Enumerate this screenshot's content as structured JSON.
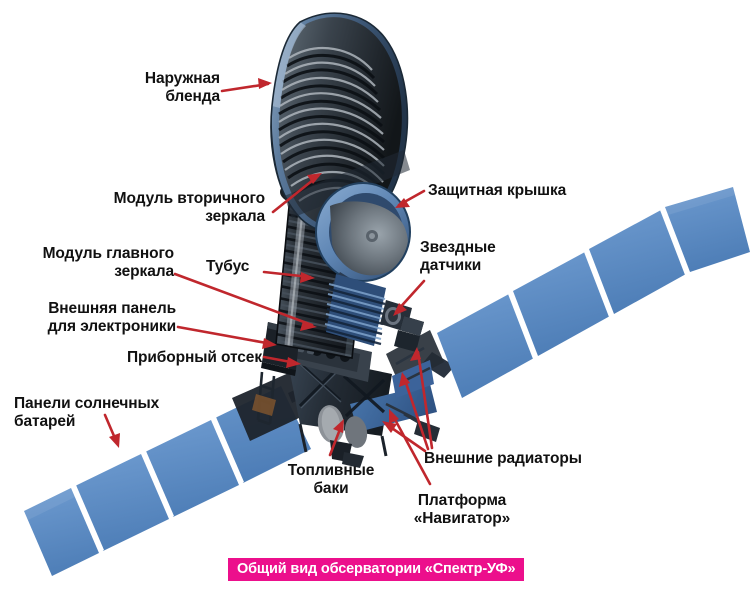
{
  "figure": {
    "title": "Общий вид обсерватории «Спектр-УФ»",
    "caption_bg": "#ec0f8c",
    "caption_text_color": "#ffffff",
    "background": "#ffffff",
    "label_color": "#111111",
    "leader_color": "#c0272d",
    "solar_panel_color": "#5b8fc9",
    "solar_panel_color_dark": "#4b7cb5",
    "body_dark": "#2b3138",
    "body_blue": "#3f6ea8",
    "hood_blue": "#5a7fa6"
  },
  "labels": [
    {
      "id": "outer-baffle",
      "text": "Наружная\nбленда"
    },
    {
      "id": "secondary-mirror",
      "text": "Модуль вторичного\nзеркала"
    },
    {
      "id": "protective-cover",
      "text": "Защитная крышка"
    },
    {
      "id": "primary-mirror",
      "text": "Модуль главного\nзеркала"
    },
    {
      "id": "tube",
      "text": "Тубус"
    },
    {
      "id": "star-sensors",
      "text": "Звездные\nдатчики"
    },
    {
      "id": "external-electronics",
      "text": "Внешняя панель\nдля электроники"
    },
    {
      "id": "instrument-bay",
      "text": "Приборный отсек"
    },
    {
      "id": "solar-panels",
      "text": "Панели солнечных\nбатарей"
    },
    {
      "id": "fuel-tanks",
      "text": "Топливные\nбаки"
    },
    {
      "id": "external-radiators",
      "text": "Внешние радиаторы"
    },
    {
      "id": "navigator-platform",
      "text": "Платформа\n«Навигатор»"
    }
  ],
  "spacecraft": {
    "name": "Спектр-УФ",
    "solar_array_left_panels": 4,
    "solar_array_right_panels": 4
  }
}
